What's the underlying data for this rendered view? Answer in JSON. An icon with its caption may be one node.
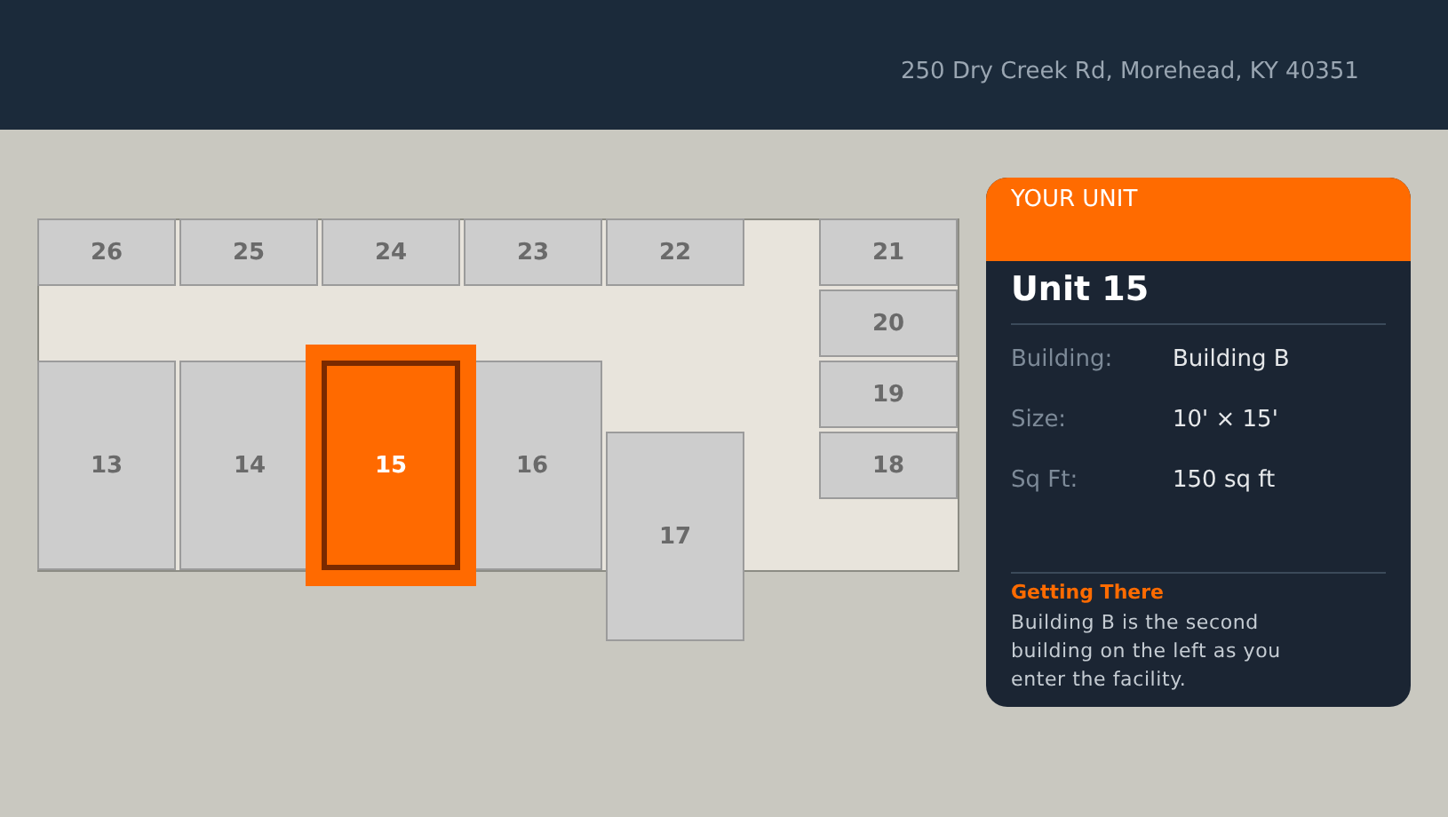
{
  "diagram": {
    "nodes": [
      {
        "text": [
          "26"
        ]
      },
      {
        "text": [
          "25"
        ]
      },
      {
        "text": [
          "24"
        ]
      },
      {
        "text": [
          "23"
        ]
      },
      {
        "text": [
          "22"
        ]
      },
      {
        "text": [
          "21"
        ]
      },
      {
        "text": [
          "20"
        ]
      },
      {
        "text": [
          "13"
        ]
      },
      {
        "text": [
          "14"
        ]
      },
      {
        "text": [
          "15"
        ]
      },
      {
        "text": [
          "16"
        ]
      },
      {
        "text": [
          "19"
        ]
      },
      {
        "text": [
          "17"
        ]
      },
      {
        "text": [
          "18"
        ]
      },
      {
        "text": [
          "YOUR UNIT",
          "Unit 15",
          "Building:",
          "Building B",
          "Size:",
          "10' × 15'",
          "Sq Ft:",
          "150 sq ft",
          "Getting There",
          "Building B is the second building on the left as you enter the facility."
        ]
      }
    ],
    "labels": [
      "250 Dry Creek Rd, Morehead, KY 40351"
    ]
  }
}
